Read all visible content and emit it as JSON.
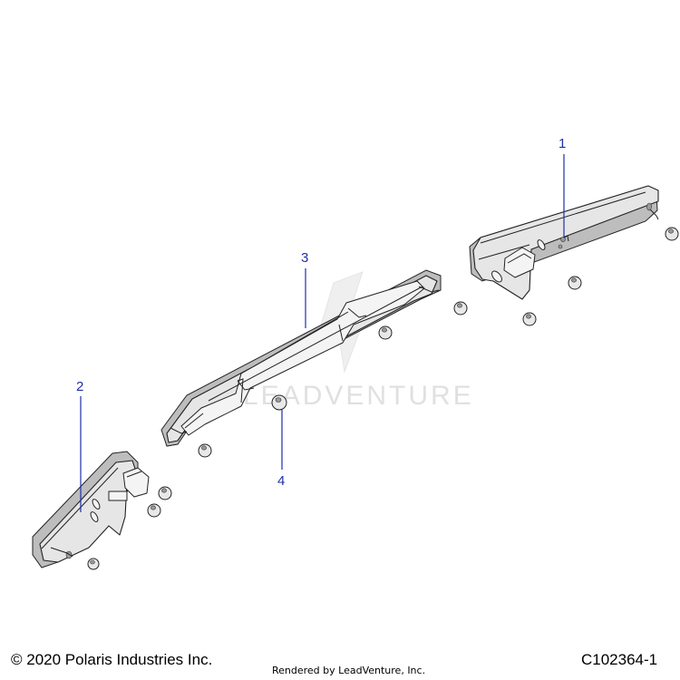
{
  "callouts": [
    {
      "label": "1",
      "part": "taillight-right"
    },
    {
      "label": "2",
      "part": "taillight-left"
    },
    {
      "label": "3",
      "part": "light-bar"
    },
    {
      "label": "4",
      "part": "nut"
    }
  ],
  "watermark": "LEADVENTURE",
  "footer": {
    "copyright": "© 2020 Polaris Industries Inc.",
    "rendered_by": "Rendered by LeadVenture, Inc.",
    "figure_id": "C102364-1"
  }
}
